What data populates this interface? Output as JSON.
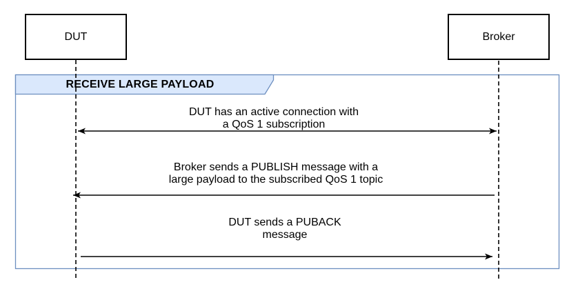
{
  "diagram": {
    "type": "sequence-diagram",
    "frame": {
      "banner_label": "RECEIVE LARGE PAYLOAD"
    },
    "actors": [
      {
        "id": "dut",
        "label": "DUT"
      },
      {
        "id": "broker",
        "label": "Broker"
      }
    ],
    "messages": [
      {
        "line1": "DUT has an active connection with",
        "line2": "a QoS 1 subscription",
        "from": "DUT",
        "to": "Broker",
        "direction": "bidirectional"
      },
      {
        "line1": "Broker sends a PUBLISH message with a",
        "line2": "large payload to the subscribed QoS 1 topic",
        "from": "Broker",
        "to": "DUT",
        "direction": "right-to-left"
      },
      {
        "line1": "DUT sends a PUBACK",
        "line2": "message",
        "from": "DUT",
        "to": "Broker",
        "direction": "left-to-right"
      }
    ],
    "colors": {
      "banner_fill": "#dae8fc",
      "banner_border": "#6c8ebf",
      "frame_border": "#6c8ebf",
      "line": "#000000",
      "background": "#ffffff"
    }
  }
}
